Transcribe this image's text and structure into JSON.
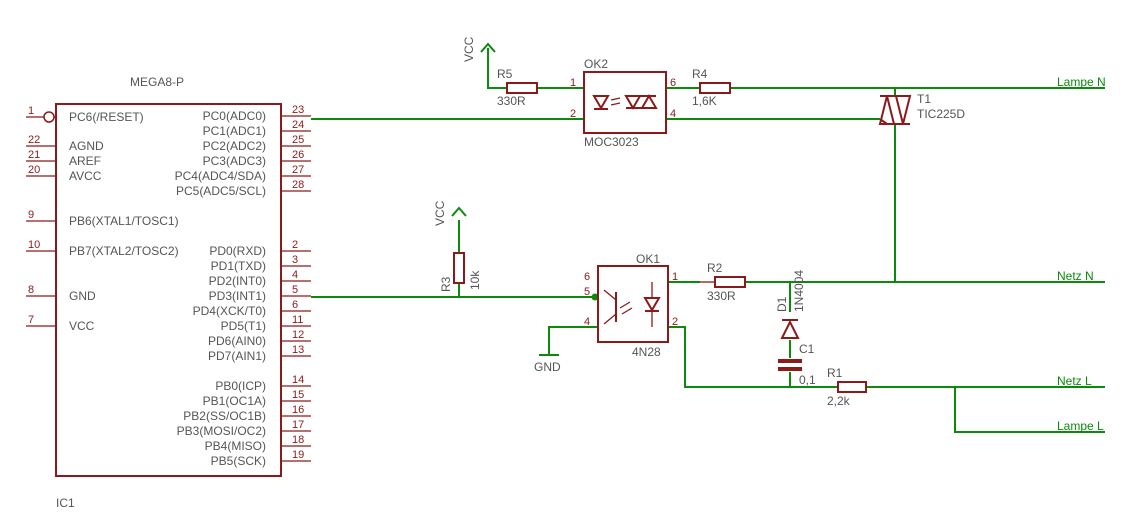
{
  "ic": {
    "name": "MEGA8-P",
    "ref": "IC1",
    "left_pins": [
      {
        "num": "1",
        "sig": "PC6(/RESET)"
      },
      {
        "num": "22",
        "sig": "AGND"
      },
      {
        "num": "21",
        "sig": "AREF"
      },
      {
        "num": "20",
        "sig": "AVCC"
      },
      {
        "num": "9",
        "sig": "PB6(XTAL1/TOSC1)"
      },
      {
        "num": "10",
        "sig": "PB7(XTAL2/TOSC2)"
      },
      {
        "num": "8",
        "sig": "GND"
      },
      {
        "num": "7",
        "sig": "VCC"
      }
    ],
    "right_pins": [
      {
        "num": "23",
        "sig": "PC0(ADC0)"
      },
      {
        "num": "24",
        "sig": "PC1(ADC1)"
      },
      {
        "num": "25",
        "sig": "PC2(ADC2)"
      },
      {
        "num": "26",
        "sig": "PC3(ADC3)"
      },
      {
        "num": "27",
        "sig": "PC4(ADC4/SDA)"
      },
      {
        "num": "28",
        "sig": "PC5(ADC5/SCL)"
      },
      {
        "num": "2",
        "sig": "PD0(RXD)"
      },
      {
        "num": "3",
        "sig": "PD1(TXD)"
      },
      {
        "num": "4",
        "sig": "PD2(INT0)"
      },
      {
        "num": "5",
        "sig": "PD3(INT1)"
      },
      {
        "num": "6",
        "sig": "PD4(XCK/T0)"
      },
      {
        "num": "11",
        "sig": "PD5(T1)"
      },
      {
        "num": "12",
        "sig": "PD6(AIN0)"
      },
      {
        "num": "13",
        "sig": "PD7(AIN1)"
      },
      {
        "num": "14",
        "sig": "PB0(ICP)"
      },
      {
        "num": "15",
        "sig": "PB1(OC1A)"
      },
      {
        "num": "16",
        "sig": "PB2(SS/OC1B)"
      },
      {
        "num": "17",
        "sig": "PB3(MOSI/OC2)"
      },
      {
        "num": "18",
        "sig": "PB4(MISO)"
      },
      {
        "num": "19",
        "sig": "PB5(SCK)"
      }
    ]
  },
  "ok2": {
    "ref": "OK2",
    "value": "MOC3023",
    "pin1": "1",
    "pin2": "2",
    "pin4": "4",
    "pin6": "6"
  },
  "ok1": {
    "ref": "OK1",
    "value": "4N28",
    "pin1": "1",
    "pin2": "2",
    "pin4": "4",
    "pin5": "5",
    "pin6": "6"
  },
  "r5": {
    "ref": "R5",
    "value": "330R"
  },
  "r4": {
    "ref": "R4",
    "value": "1,6K"
  },
  "r3": {
    "ref": "R3",
    "value": "10k"
  },
  "r2": {
    "ref": "R2",
    "value": "330R"
  },
  "r1": {
    "ref": "R1",
    "value": "2,2k"
  },
  "d1": {
    "ref": "D1",
    "value": "1N4004"
  },
  "c1": {
    "ref": "C1",
    "value": "0,1"
  },
  "t1": {
    "ref": "T1",
    "value": "TIC225D"
  },
  "supply": {
    "vcc_top": "VCC",
    "vcc_mid": "VCC",
    "gnd": "GND"
  },
  "nets": {
    "lampe_n": "Lampe N",
    "netz_n": "Netz N",
    "netz_l": "Netz L",
    "lampe_l": "Lampe L"
  },
  "colors": {
    "component": "#8b1a1a",
    "wire": "#0b8a0b",
    "text": "#555555",
    "background": "#ffffff"
  }
}
